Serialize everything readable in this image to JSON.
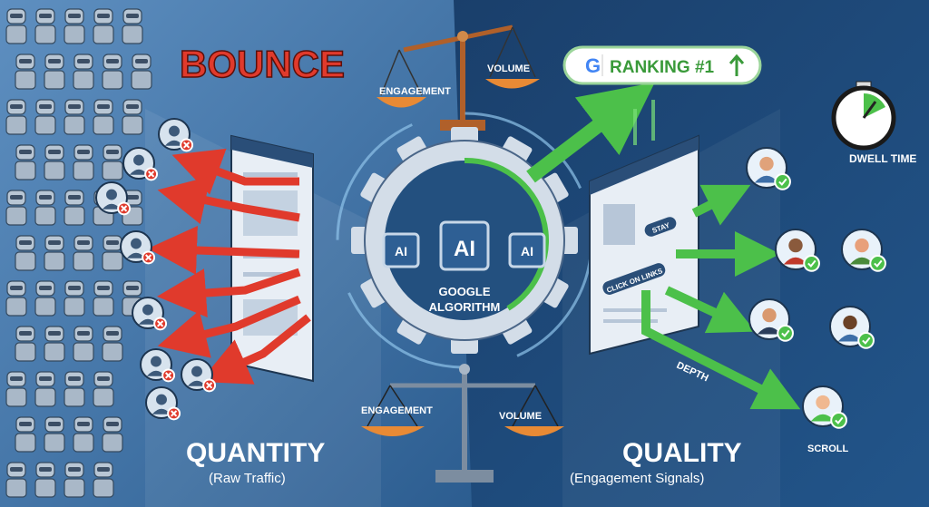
{
  "left": {
    "bounce_label": "BOUNCE",
    "title": "QUANTITY",
    "subtitle": "(Raw Traffic)"
  },
  "top_scale": {
    "left_label": "ENGAGEMENT",
    "right_label": "VOLUME"
  },
  "bottom_scale": {
    "left_label": "ENGAGEMENT",
    "right_label": "VOLUME"
  },
  "center": {
    "chip_labels": [
      "AI",
      "AI",
      "AI"
    ],
    "gear_label_line1": "GOOGLE",
    "gear_label_line2": "ALGORITHM"
  },
  "ranking": {
    "google_letter": "G",
    "label": "RANKING #1"
  },
  "right": {
    "dwell_time_label": "DWELL TIME",
    "stay_label": "STAY",
    "click_links_label": "CLICK ON LINKS",
    "depth_label": "DEPTH",
    "scroll_label": "SCROLL",
    "title": "QUALITY",
    "subtitle": "(Engagement Signals)"
  },
  "colors": {
    "bounce_red": "#e03a2c",
    "quality_green": "#4cc04a",
    "bg_left": "#3d72a6",
    "bg_right": "#1c4675"
  }
}
